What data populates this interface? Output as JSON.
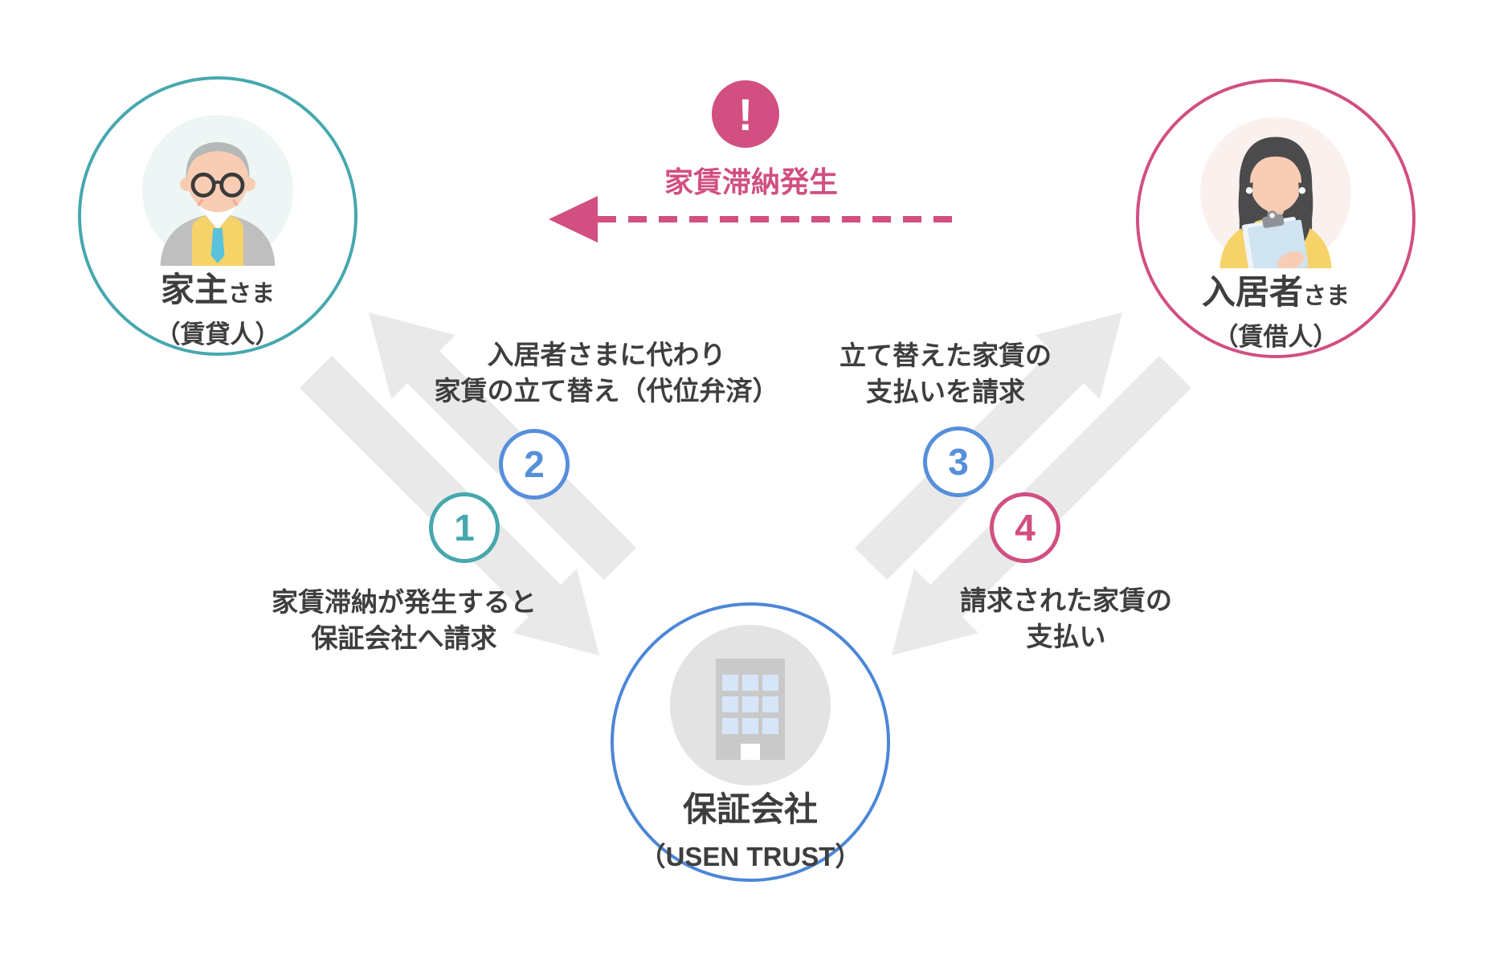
{
  "colors": {
    "teal": "#46A8AE",
    "blue": "#568FDB",
    "pink": "#D14F81",
    "arrow_gray": "#E9E9E9",
    "text": "#3E3E3E"
  },
  "alert": {
    "mark": "!",
    "label": "家賃滞納発生"
  },
  "entities": {
    "landlord": {
      "name": "家主",
      "suffix": "さま",
      "sub": "（賃貸人）"
    },
    "tenant": {
      "name": "入居者",
      "suffix": "さま",
      "sub": "（賃借人）"
    },
    "guarantor": {
      "name": "保証会社",
      "sub": "（USEN TRUST）"
    }
  },
  "steps": [
    {
      "num": "1",
      "color": "teal",
      "label_lines": [
        "家賃滞納が発生すると",
        "保証会社へ請求"
      ]
    },
    {
      "num": "2",
      "color": "blue",
      "label_lines": [
        "入居者さまに代わり",
        "家賃の立て替え（代位弁済）"
      ]
    },
    {
      "num": "3",
      "color": "blue",
      "label_lines": [
        "立て替えた家賃の",
        "支払いを請求"
      ]
    },
    {
      "num": "4",
      "color": "pink",
      "label_lines": [
        "請求された家賃の",
        "支払い"
      ]
    }
  ]
}
